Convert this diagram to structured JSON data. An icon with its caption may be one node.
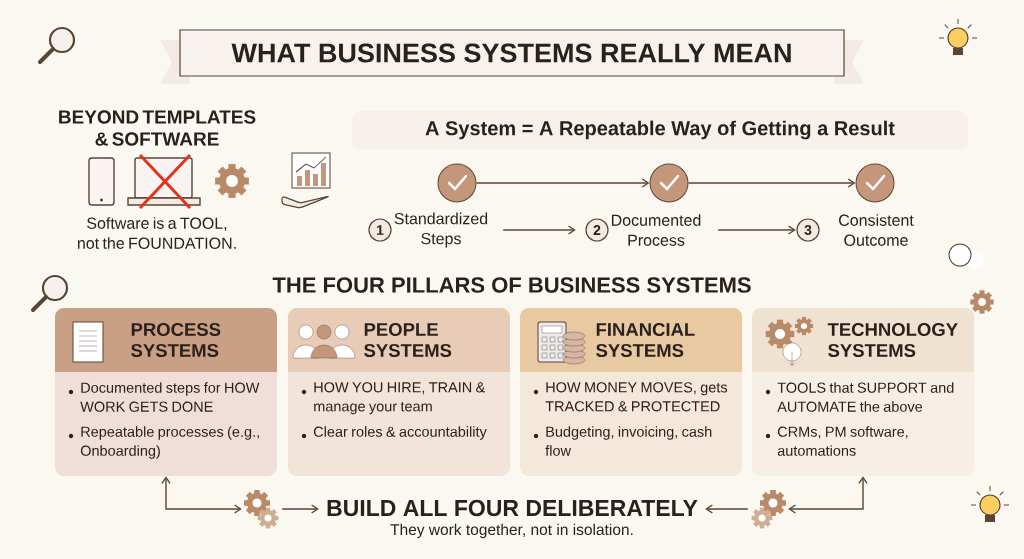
{
  "diagram": {
    "title": "WHAT BUSINESS SYSTEMS REALLY MEAN",
    "nodes": [
      {
        "text": [
          "A System =  A Repeatable Way of Getting a Result"
        ]
      },
      {
        "text": [],
        "shape": "circle"
      },
      {
        "text": [],
        "shape": "circle"
      },
      {
        "text": [],
        "shape": "circle"
      },
      {
        "text": [
          "Standardized Steps"
        ]
      },
      {
        "text": [
          "Documented Process"
        ]
      },
      {
        "text": [
          "Consistent Outcome"
        ]
      },
      {
        "text": [
          "PROCESS SYSTEMS",
          "Documented steps for HOW WORK GETS DONE",
          "Repeatable processes (e.g., Onboarding)"
        ]
      },
      {
        "text": [
          "PEOPLE SYSTEMS",
          "HOW YOU HIRE, TRAIN & manage your team",
          "Clear roles & accountability"
        ]
      },
      {
        "text": [
          "FINANCIAL SYSTEMS",
          "HOW MONEY MOVES, gets TRACKED &  PROTECTED",
          "Budgeting, invoicing, cash flow"
        ]
      },
      {
        "text": [
          "TECHNOLOGY SYSTEMS",
          "TOOLS that SUPPORT and AUTOMATE the above",
          "CRMs, PM software, automations"
        ]
      },
      {
        "text": [],
        "shape": "picture"
      },
      {
        "text": [
          "BUILD ALL FOUR DELIBERATELY",
          "They work together, not in isolation."
        ]
      },
      {
        "text": [],
        "shape": "picture"
      }
    ],
    "edges": [
      {
        "from": 1,
        "to": 2,
        "arrow": "to"
      },
      {
        "from": 2,
        "to": 3,
        "arrow": "to"
      },
      {
        "from": 4,
        "to": 5,
        "arrow": "to"
      },
      {
        "from": 5,
        "to": 6,
        "arrow": "to"
      },
      {
        "from": 11,
        "to": 7,
        "arrow": "both"
      },
      {
        "from": 11,
        "to": 12,
        "arrow": "to"
      },
      {
        "from": 13,
        "to": 12,
        "arrow": "to"
      },
      {
        "from": 13,
        "to": 10,
        "arrow": "both"
      }
    ],
    "labels": [
      "BEYOND TEMPLATES & SOFTWARE",
      "Software is a TOOL, not the FOUNDATION.",
      "1",
      "2",
      "3",
      "THE FOUR PILLARS OF BUSINESS SYSTEMS"
    ]
  }
}
